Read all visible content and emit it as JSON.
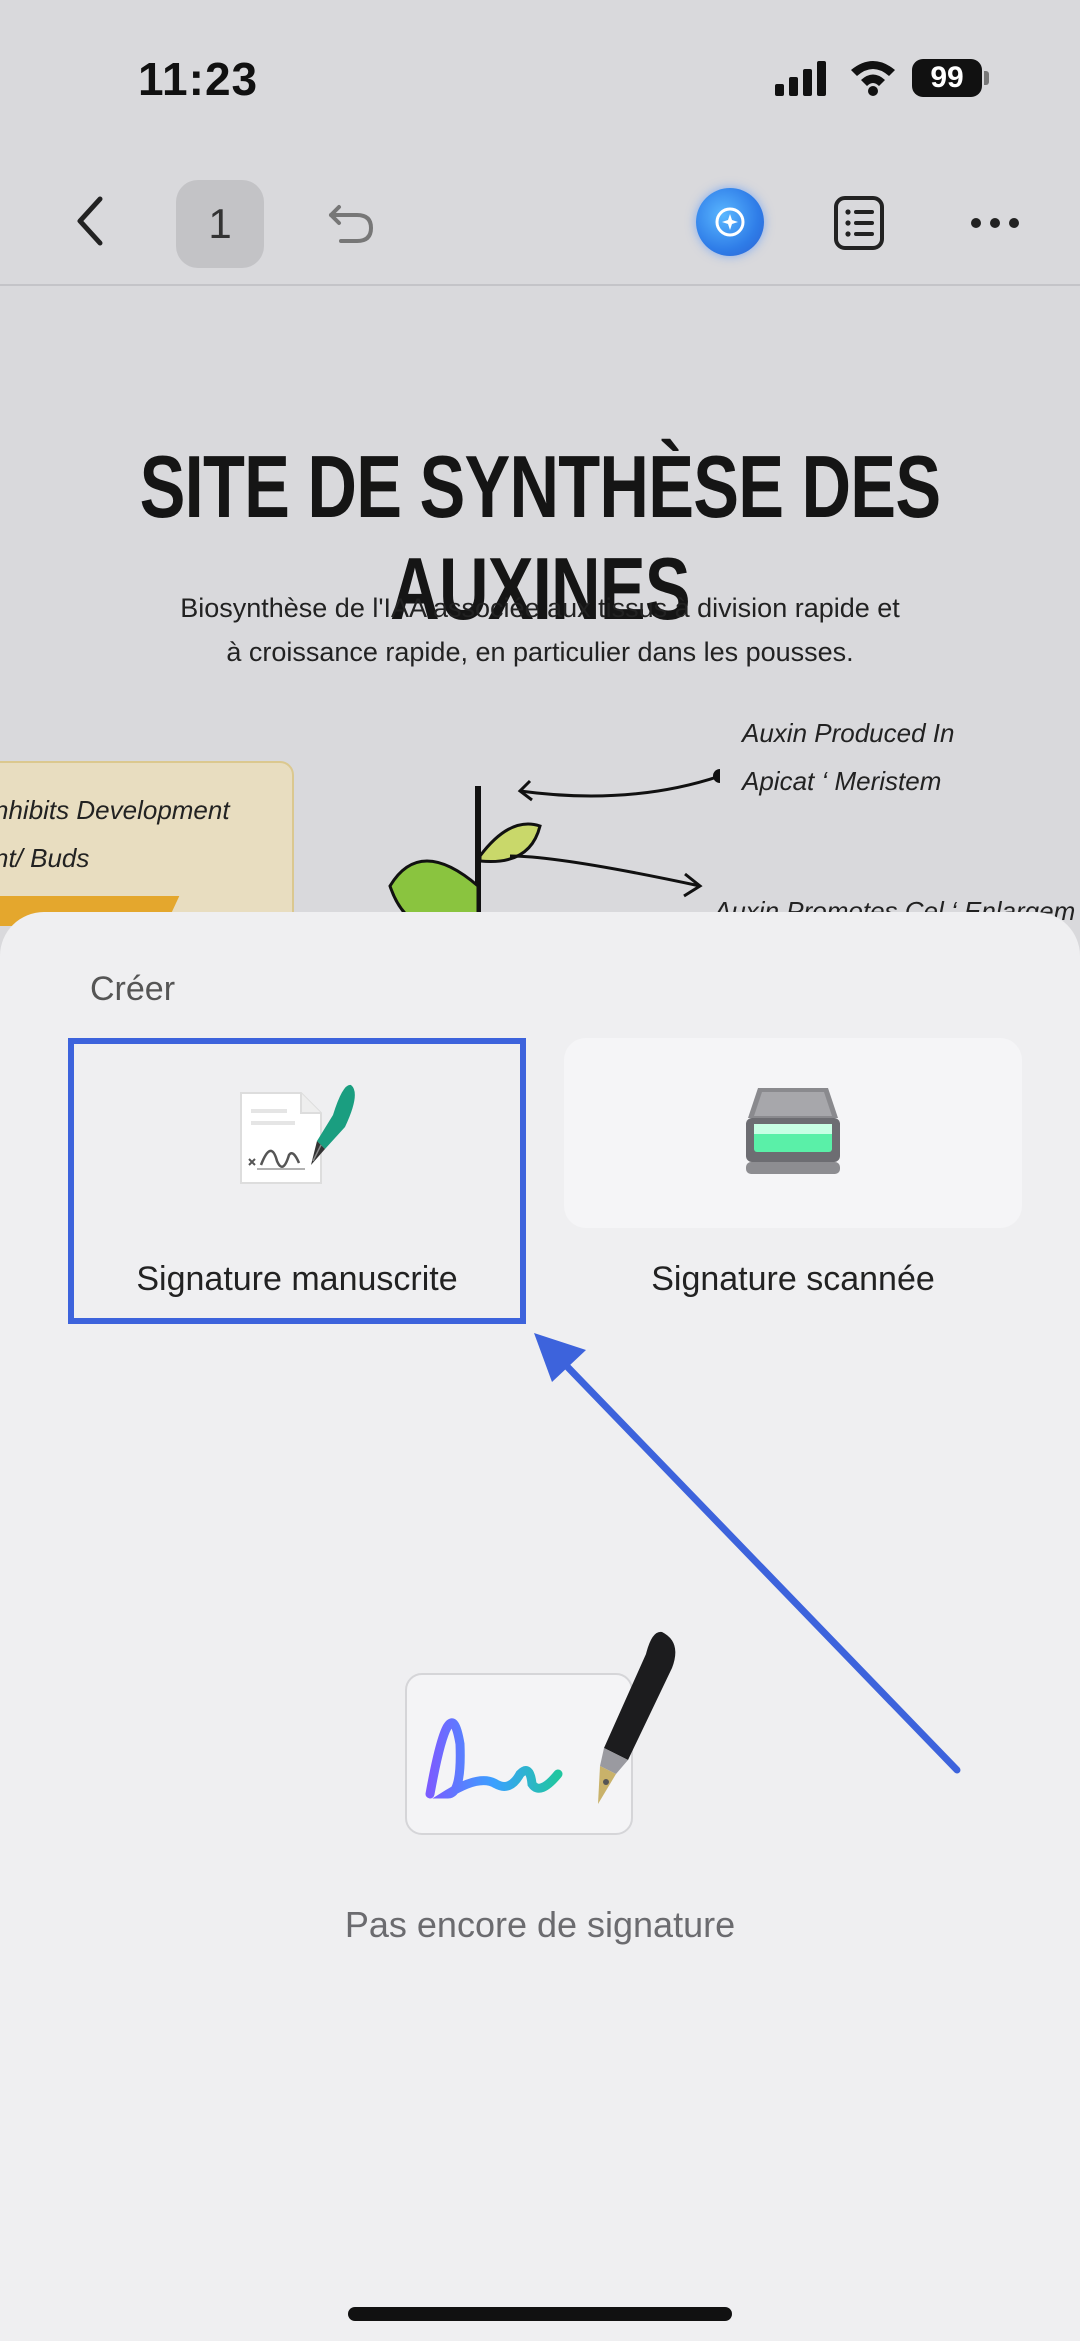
{
  "status_bar": {
    "time": "11:23",
    "battery": "99"
  },
  "toolbar": {
    "page_number": "1"
  },
  "document": {
    "title": "SITE DE SYNTHÈSE DES AUXINES",
    "subtitle_line1": "Biosynthèse de l'IAA associée aux tissus à division rapide et",
    "subtitle_line2": "à croissance rapide, en particulier dans les pousses.",
    "callout_line1": "nhibits Development",
    "callout_line2": "nt/ Buds",
    "label_auxin_produced": "Auxin Produced In",
    "label_apicat": "Apicat ‘ Meristem",
    "label_promotes": "Auxin Promotes Cel ‘ Enlargem"
  },
  "sheet": {
    "section_label": "Créer",
    "options": [
      {
        "label": "Signature manuscrite",
        "icon": "handwritten-signature-icon"
      },
      {
        "label": "Signature scannée",
        "icon": "scanner-icon"
      }
    ],
    "empty_text": "Pas encore de signature"
  },
  "colors": {
    "highlight": "#3d63dc",
    "accent_green": "#1a9e80"
  }
}
